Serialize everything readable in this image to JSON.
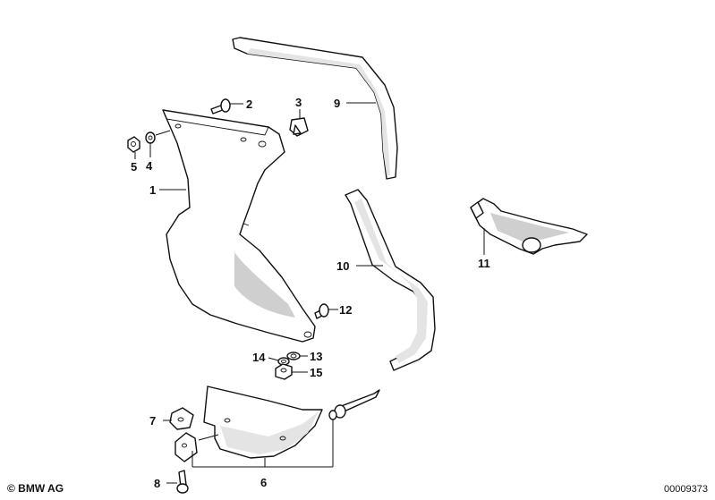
{
  "callouts": {
    "n1": "1",
    "n2": "2",
    "n3": "3",
    "n4": "4",
    "n5": "5",
    "n6": "6",
    "n7": "7",
    "n8": "8",
    "n9": "9",
    "n10": "10",
    "n11": "11",
    "n12": "12",
    "n13": "13",
    "n14": "14",
    "n15": "15"
  },
  "footer": {
    "copyright": "© BMW AG",
    "drawing_number": "00009373"
  }
}
